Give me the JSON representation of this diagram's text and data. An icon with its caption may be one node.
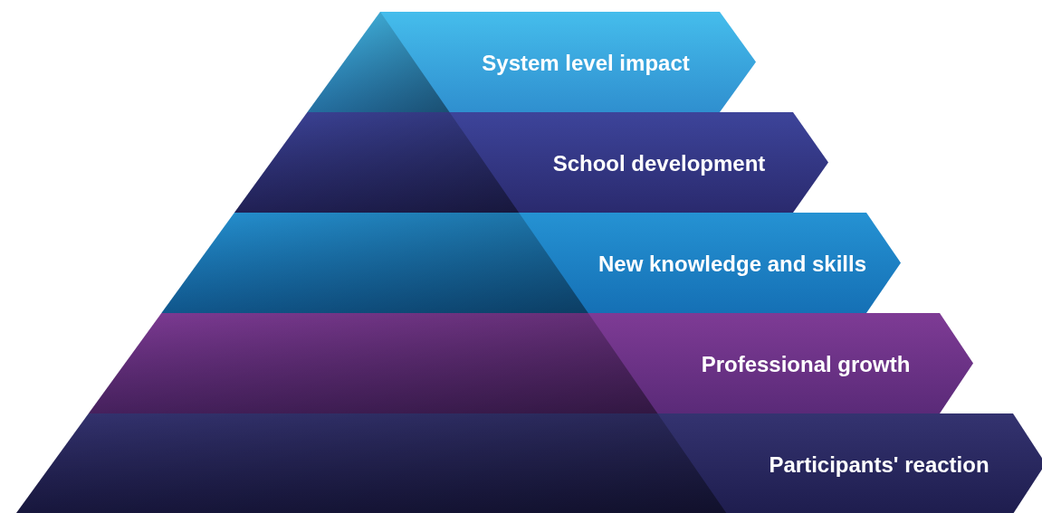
{
  "diagram": {
    "nodes": [
      {
        "text": [
          "System level impact"
        ]
      },
      {
        "text": [
          "School development"
        ]
      },
      {
        "text": [
          "New knowledge and skills"
        ]
      },
      {
        "text": [
          "Professional growth"
        ]
      },
      {
        "text": [
          "Participants' reaction"
        ]
      }
    ]
  }
}
